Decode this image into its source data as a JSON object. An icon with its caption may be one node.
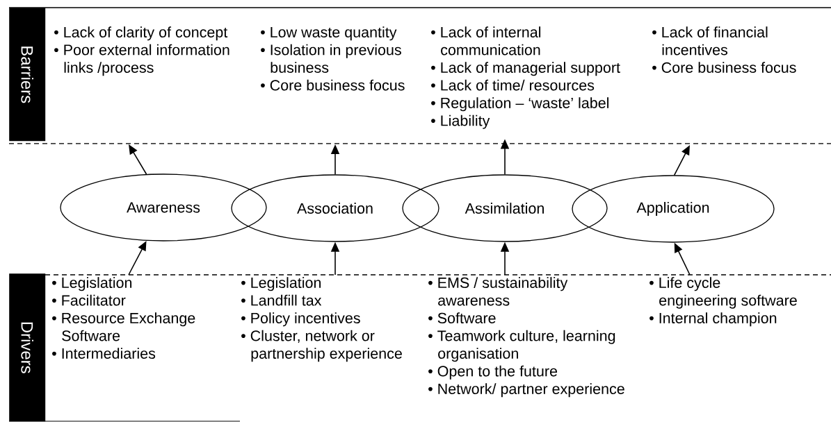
{
  "diagram": {
    "nodes": [
      {
        "text": [
          "Barriers"
        ]
      },
      {
        "text": [
          "• Lack of clarity of concept",
          "• Poor external information links /process"
        ]
      },
      {
        "text": [
          "• Low waste quantity",
          "• Isolation in previous business",
          "• Core business focus"
        ]
      },
      {
        "text": [
          "• Lack of internal communication",
          "• Lack of managerial support",
          "• Lack of time/ resources",
          "• Regulation – ‘waste’ label",
          "• Liability"
        ]
      },
      {
        "text": [
          "• Lack of financial incentives",
          "• Core business focus"
        ]
      },
      {
        "text": [
          "Awareness"
        ]
      },
      {
        "text": [
          "Association"
        ]
      },
      {
        "text": [
          "Assimilation"
        ]
      },
      {
        "text": [
          "Application"
        ]
      },
      {
        "text": [
          "Drivers"
        ]
      },
      {
        "text": [
          "• Legislation",
          "• Facilitator",
          "• Resource Exchange Software",
          "• Intermediaries"
        ]
      },
      {
        "text": [
          "• Legislation",
          "• Landfill tax",
          "• Policy incentives",
          "• Cluster, network or partnership experience"
        ]
      },
      {
        "text": [
          "• EMS / sustainability awareness",
          "• Software",
          "• Teamwork culture, learning organisation",
          "• Open to the future",
          "• Network/ partner experience"
        ]
      },
      {
        "text": [
          "• Life cycle engineering software",
          "• Internal champion"
        ]
      }
    ],
    "edges": [
      {
        "from": 5,
        "to": null,
        "arrow": "to"
      },
      {
        "from": 6,
        "to": null,
        "arrow": "to"
      },
      {
        "from": 7,
        "to": 3,
        "arrow": "to"
      },
      {
        "from": 8,
        "to": null,
        "arrow": "to"
      },
      {
        "from": 10,
        "to": 5,
        "arrow": "to"
      },
      {
        "from": 11,
        "to": 6,
        "arrow": "to"
      },
      {
        "from": 12,
        "to": 7,
        "arrow": "to"
      },
      {
        "from": 13,
        "to": 8,
        "arrow": "to"
      }
    ]
  }
}
